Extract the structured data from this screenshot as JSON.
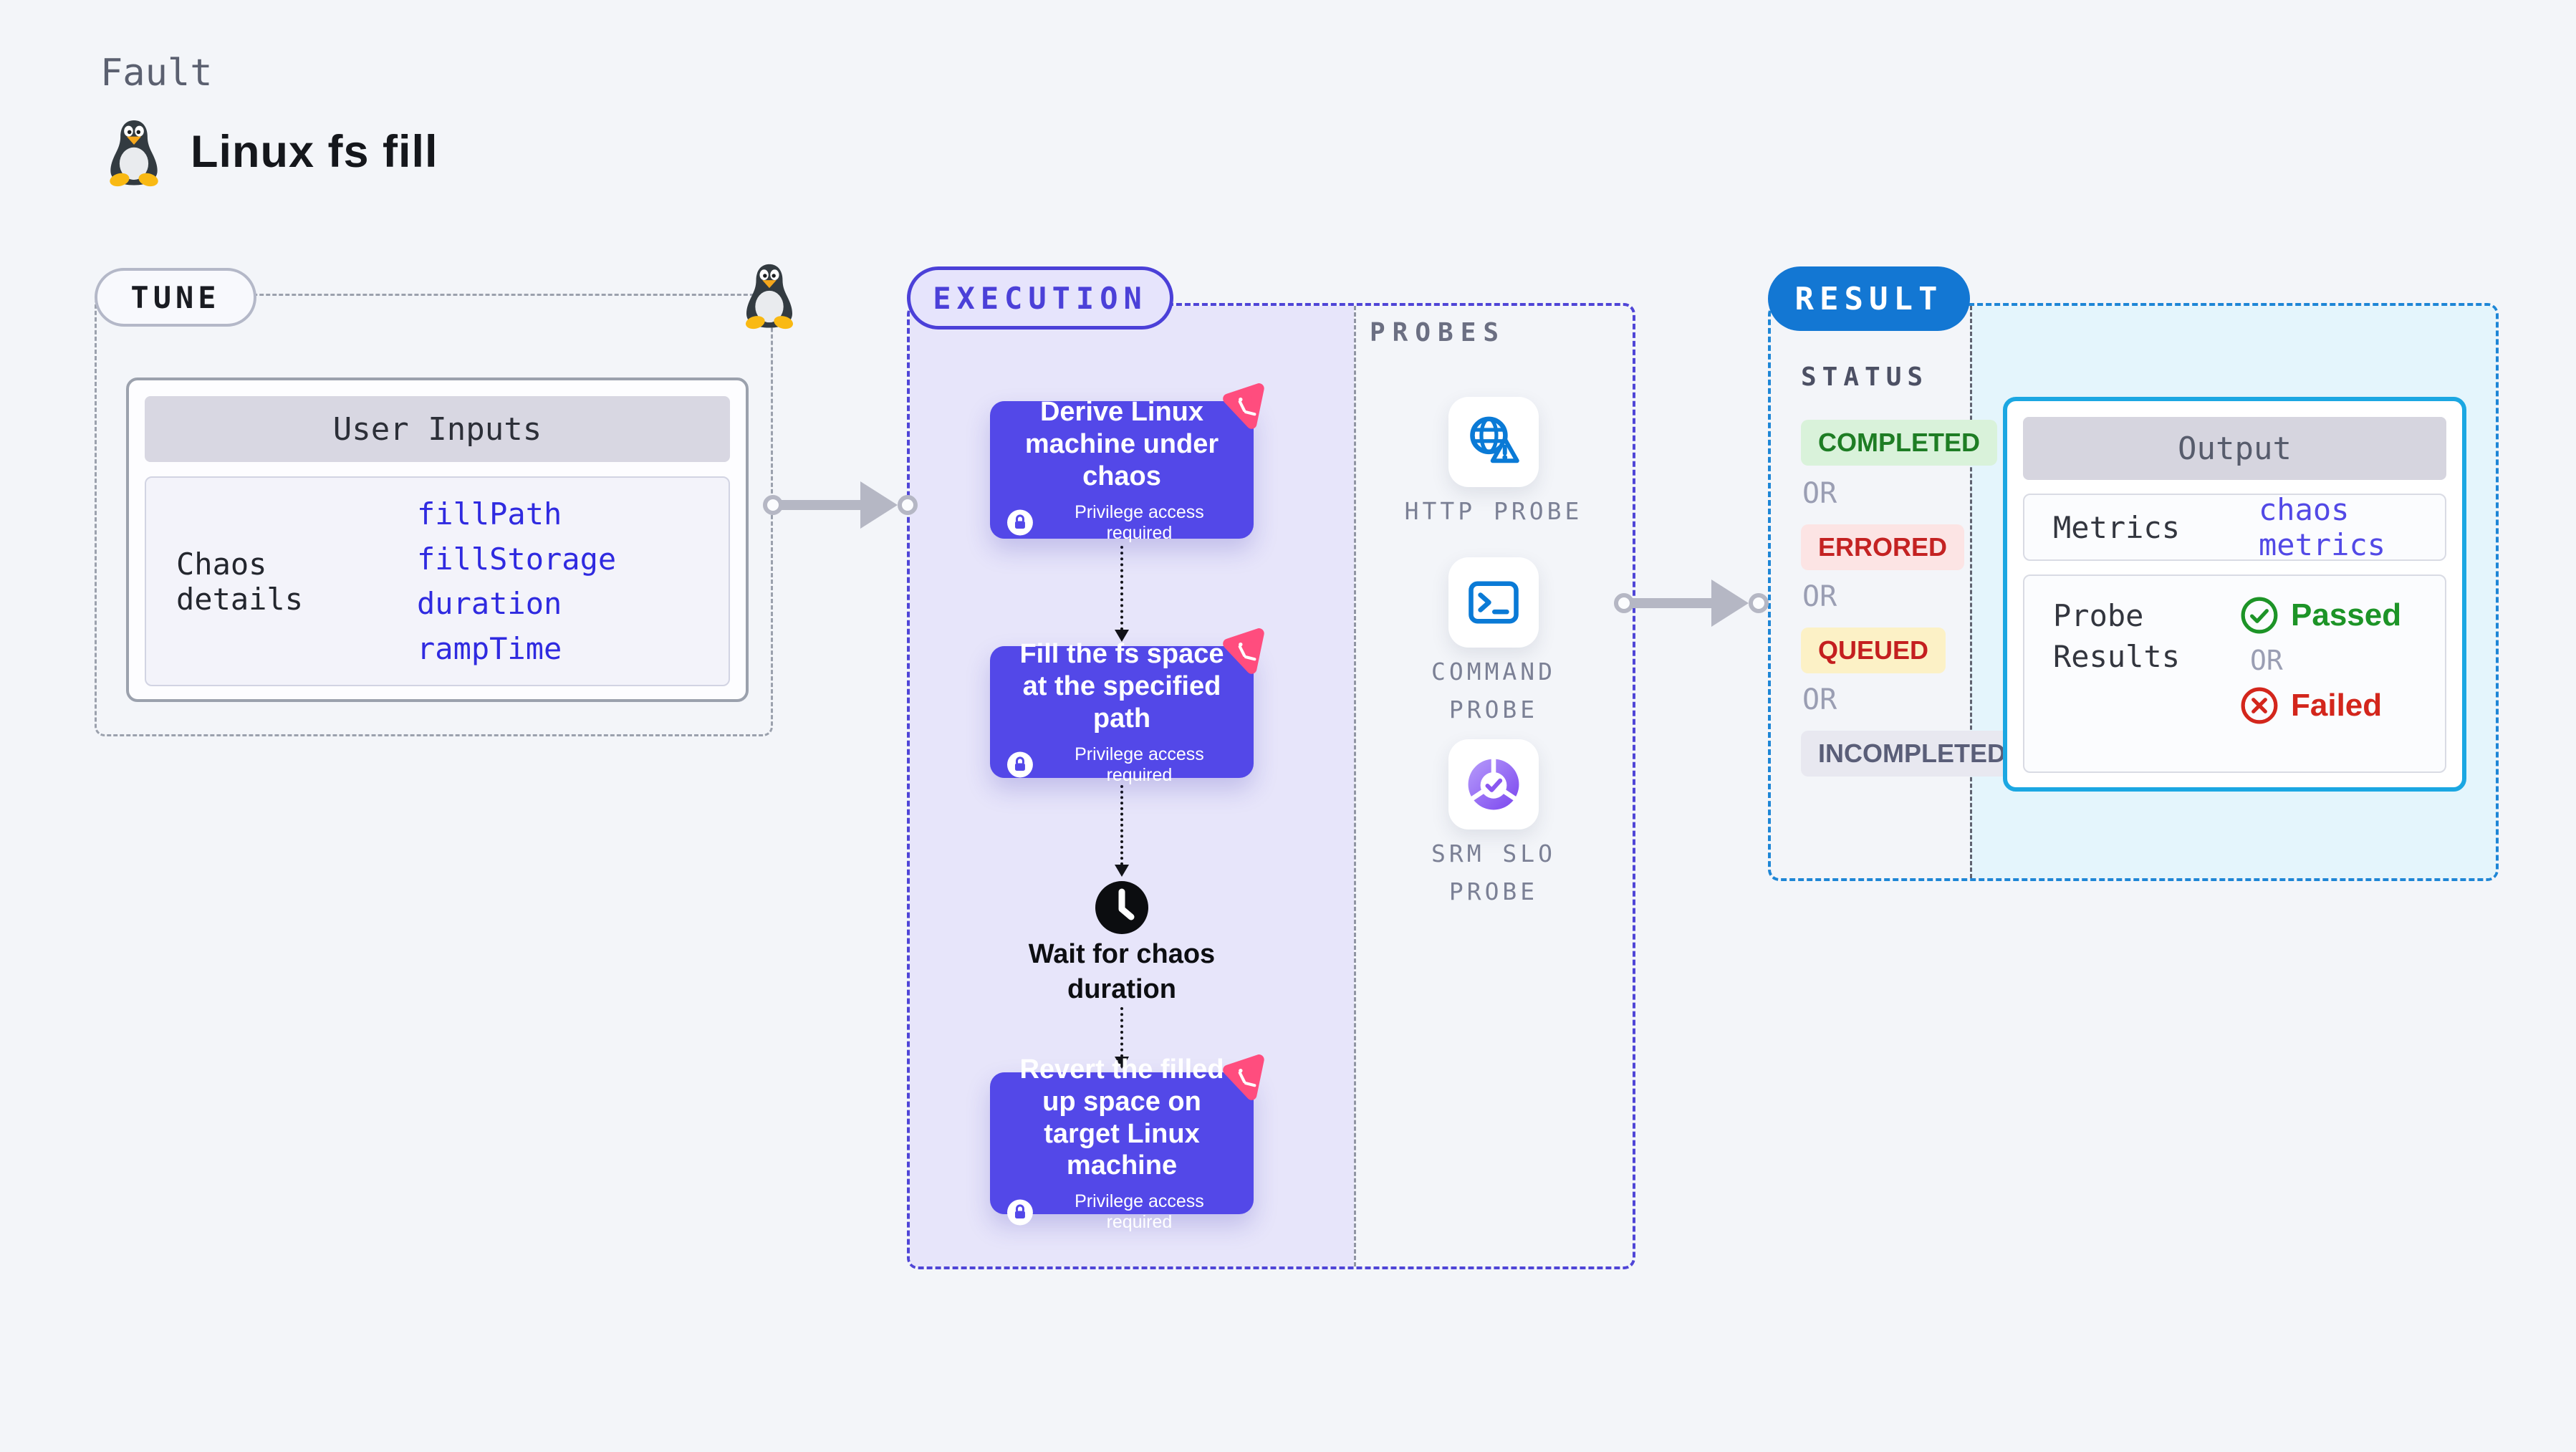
{
  "header": {
    "eyebrow": "Fault",
    "title": "Linux fs fill"
  },
  "tune": {
    "badge": "TUNE",
    "panel_title": "User Inputs",
    "row_label": "Chaos details",
    "params": [
      "fillPath",
      "fillStorage",
      "duration",
      "rampTime"
    ]
  },
  "execution": {
    "badge": "EXECUTION",
    "steps": [
      {
        "title": "Derive Linux machine under chaos",
        "lock_text": "Privilege access required"
      },
      {
        "title": "Fill the fs space at the specified path",
        "lock_text": "Privilege access required"
      },
      {
        "title": "Revert the filled up space on target Linux machine",
        "lock_text": "Privilege access required"
      }
    ],
    "wait_label": "Wait for chaos duration"
  },
  "probes": {
    "heading": "PROBES",
    "items": [
      "HTTP PROBE",
      "COMMAND PROBE",
      "SRM SLO PROBE"
    ]
  },
  "result": {
    "badge": "RESULT",
    "status_heading": "STATUS",
    "or": "OR",
    "statuses": [
      "COMPLETED",
      "ERRORED",
      "QUEUED",
      "INCOMPLETED"
    ],
    "output": {
      "title": "Output",
      "metrics_label": "Metrics",
      "metrics_value": "chaos metrics",
      "probe_results_label": "Probe Results",
      "passed": "Passed",
      "or": "OR",
      "failed": "Failed"
    }
  },
  "colors": {
    "page_bg": "#f3f5f9",
    "execution_accent": "#4b40d8",
    "card_purple": "#5348e8",
    "lavender_fill": "#e7e5fa",
    "result_blue": "#1377d3",
    "result_dash": "#1e86d6",
    "cyan_border": "#1ba7e2",
    "cyan_fill": "#e4f5fc",
    "link_blue": "#2f2ae0",
    "probe_blue": "#0a7ad6",
    "passed_green": "#1d9427",
    "failed_red": "#d3261c",
    "queued_bg": "#fcf1c6",
    "pink_glyph": "#ff4d7e",
    "arrow_gray": "#b5b7c4"
  }
}
